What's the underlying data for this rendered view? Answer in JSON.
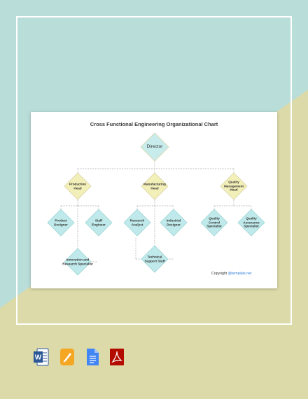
{
  "page": {
    "background_top": "#b9ddd8",
    "background_bottom": "#dcdaa8"
  },
  "chart": {
    "title": "Cross Functional Engineering Organizational Chart",
    "nodes": {
      "director": "Director",
      "production_head": "Production Head",
      "manufacturing_head": "Manufacturing Head",
      "quality_head": "Quality Management Head",
      "product_designer": "Product Designer",
      "staff_engineer": "Staff Engineer",
      "innovation_specialist": "Innovation and Research Specialist",
      "research_analyst": "Research Analyst",
      "industrial_designer": "Industrial Designer",
      "technical_support": "Technical Support Staff",
      "quality_control": "Quality Control Specialist",
      "quality_assurance": "Quality Assurance Specialist"
    },
    "colors": {
      "director_fill": "#c8ecec",
      "head_fill": "#f3efb8",
      "staff_fill": "#bfe9ea",
      "connector": "#aaaaaa"
    }
  },
  "copyright": {
    "prefix": "Copyright ",
    "link": "@template.net"
  },
  "file_icons": [
    "word-icon",
    "pages-icon",
    "google-docs-icon",
    "pdf-icon"
  ]
}
